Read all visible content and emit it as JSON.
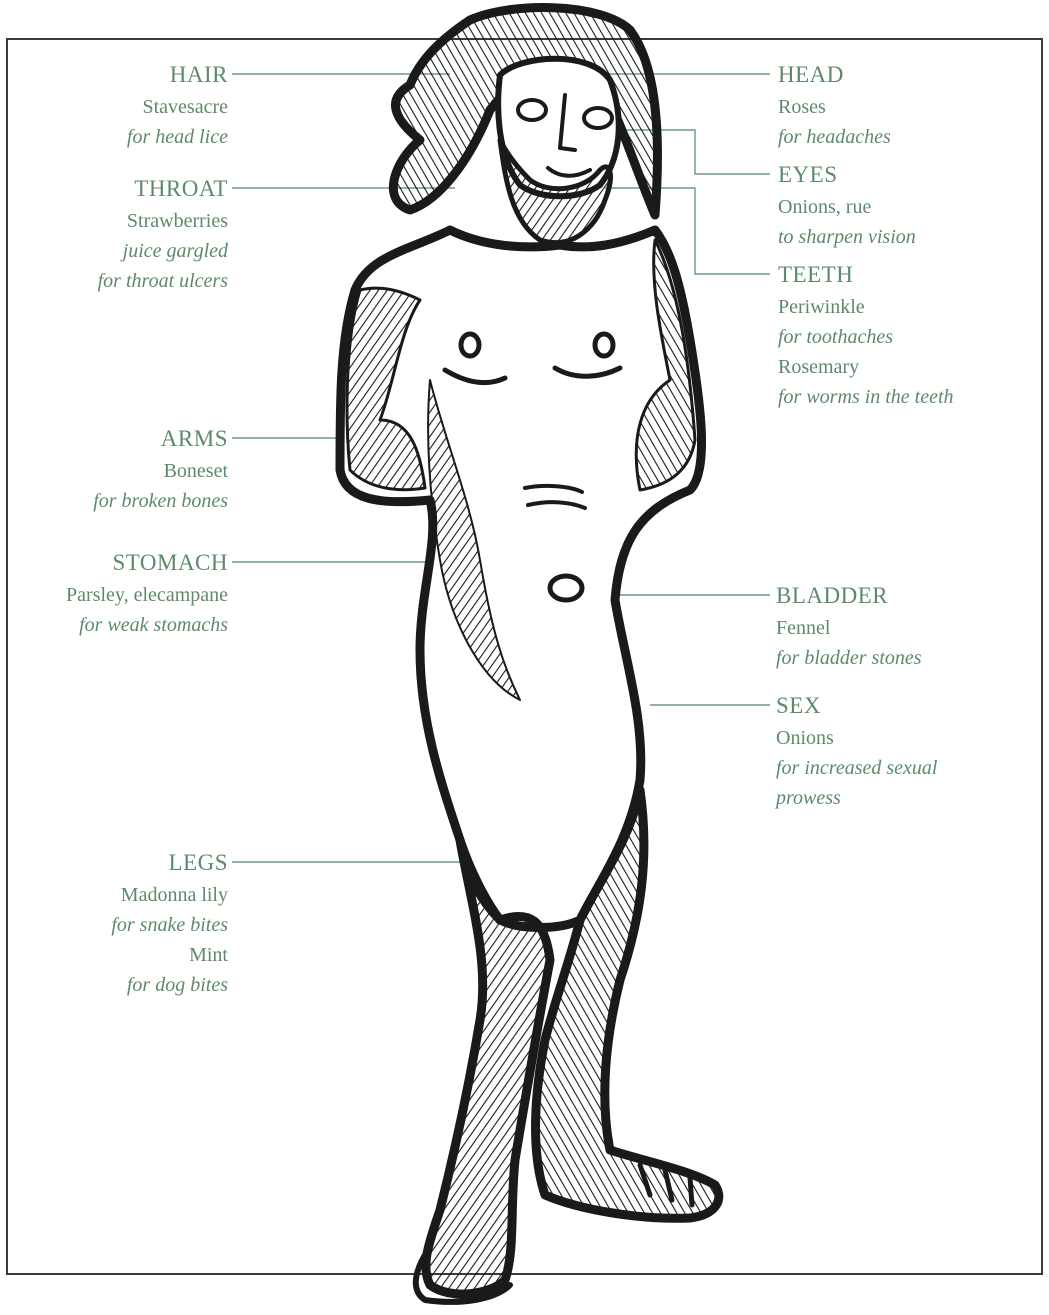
{
  "colors": {
    "label": "#5c8a6a",
    "ink": "#1a1a1a",
    "frame": "#3a3a3a"
  },
  "left_labels": [
    {
      "part": "HAIR",
      "lines": [
        {
          "text": "Stavesacre",
          "italic": false
        },
        {
          "text": "for head lice",
          "italic": true
        }
      ]
    },
    {
      "part": "THROAT",
      "lines": [
        {
          "text": "Strawberries",
          "italic": false
        },
        {
          "text": "juice gargled",
          "italic": true
        },
        {
          "text": "for throat ulcers",
          "italic": true
        }
      ]
    },
    {
      "part": "ARMS",
      "lines": [
        {
          "text": "Boneset",
          "italic": false
        },
        {
          "text": "for broken bones",
          "italic": true
        }
      ]
    },
    {
      "part": "STOMACH",
      "lines": [
        {
          "text": "Parsley, elecampane",
          "italic": false
        },
        {
          "text": "for weak stomachs",
          "italic": true
        }
      ]
    },
    {
      "part": "LEGS",
      "lines": [
        {
          "text": "Madonna lily",
          "italic": false
        },
        {
          "text": "for snake bites",
          "italic": true
        },
        {
          "text": "Mint",
          "italic": false
        },
        {
          "text": "for dog bites",
          "italic": true
        }
      ]
    }
  ],
  "right_labels": [
    {
      "part": "HEAD",
      "lines": [
        {
          "text": "Roses",
          "italic": false
        },
        {
          "text": "for headaches",
          "italic": true
        }
      ]
    },
    {
      "part": "EYES",
      "lines": [
        {
          "text": "Onions, rue",
          "italic": false
        },
        {
          "text": "to sharpen vision",
          "italic": true
        }
      ]
    },
    {
      "part": "TEETH",
      "lines": [
        {
          "text": "Periwinkle",
          "italic": false
        },
        {
          "text": "for toothaches",
          "italic": true
        },
        {
          "text": "Rosemary",
          "italic": false
        },
        {
          "text": "for worms in the teeth",
          "italic": true
        }
      ]
    },
    {
      "part": "BLADDER",
      "lines": [
        {
          "text": "Fennel",
          "italic": false
        },
        {
          "text": "for bladder stones",
          "italic": true
        }
      ]
    },
    {
      "part": "SEX",
      "lines": [
        {
          "text": "Onions",
          "italic": false
        },
        {
          "text": "for increased sexual",
          "italic": true
        },
        {
          "text": "prowess",
          "italic": true
        }
      ]
    }
  ]
}
